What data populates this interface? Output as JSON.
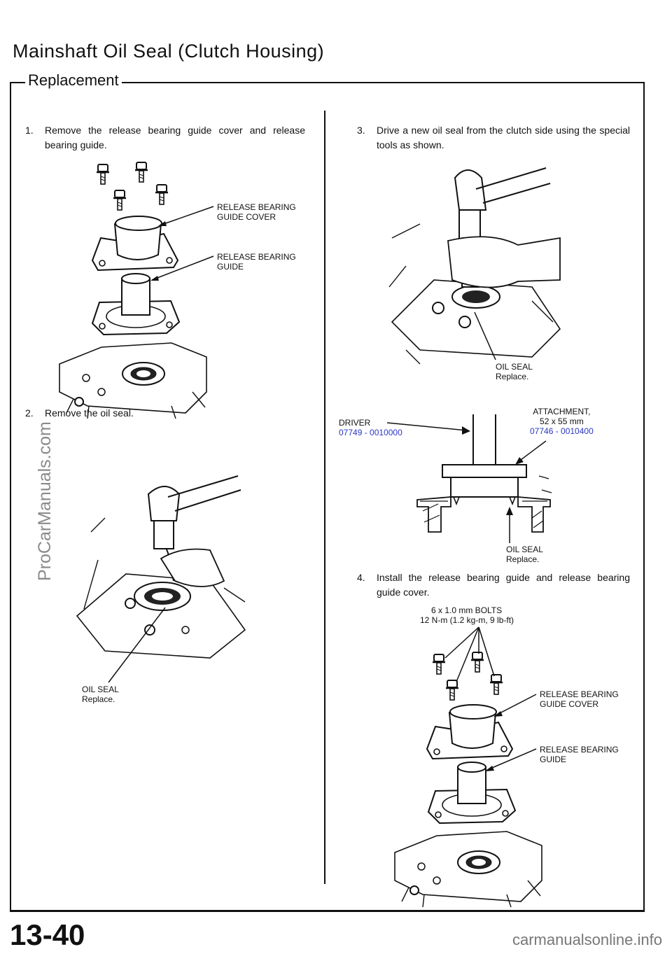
{
  "page": {
    "title": "Mainshaft Oil Seal (Clutch Housing)",
    "section": "Replacement",
    "page_number": "13-40"
  },
  "steps": [
    {
      "num": "1.",
      "text": "Remove the release bearing guide cover and release bearing guide."
    },
    {
      "num": "2.",
      "text": "Remove the oil seal."
    },
    {
      "num": "3.",
      "text": "Drive a new oil seal from the clutch side using the special tools as shown."
    },
    {
      "num": "4.",
      "text": "Install the release bearing guide and release bearing guide cover."
    }
  ],
  "labels": {
    "fig1_cover": [
      "RELEASE BEARING",
      "GUIDE COVER"
    ],
    "fig1_guide": [
      "RELEASE BEARING",
      "GUIDE"
    ],
    "fig2_seal": [
      "OIL SEAL",
      "Replace."
    ],
    "fig3_seal": [
      "OIL SEAL",
      "Replace."
    ],
    "fig4_driver": [
      "DRIVER",
      "07749 - 0010000"
    ],
    "fig4_attachment": [
      "ATTACHMENT,",
      "52 x 55 mm",
      "07746 - 0010400"
    ],
    "fig4_seal": [
      "OIL SEAL",
      "Replace."
    ],
    "fig5_bolts": [
      "6 x 1.0 mm BOLTS",
      "12 N-m (1.2 kg-m, 9 lb-ft)"
    ],
    "fig5_cover": [
      "RELEASE BEARING",
      "GUIDE COVER"
    ],
    "fig5_guide": [
      "RELEASE BEARING",
      "GUIDE"
    ]
  },
  "watermarks": {
    "left": "ProCarManuals.com",
    "bottom": "carmanualsonline.info"
  },
  "colors": {
    "part_number": "#2a36c4"
  }
}
